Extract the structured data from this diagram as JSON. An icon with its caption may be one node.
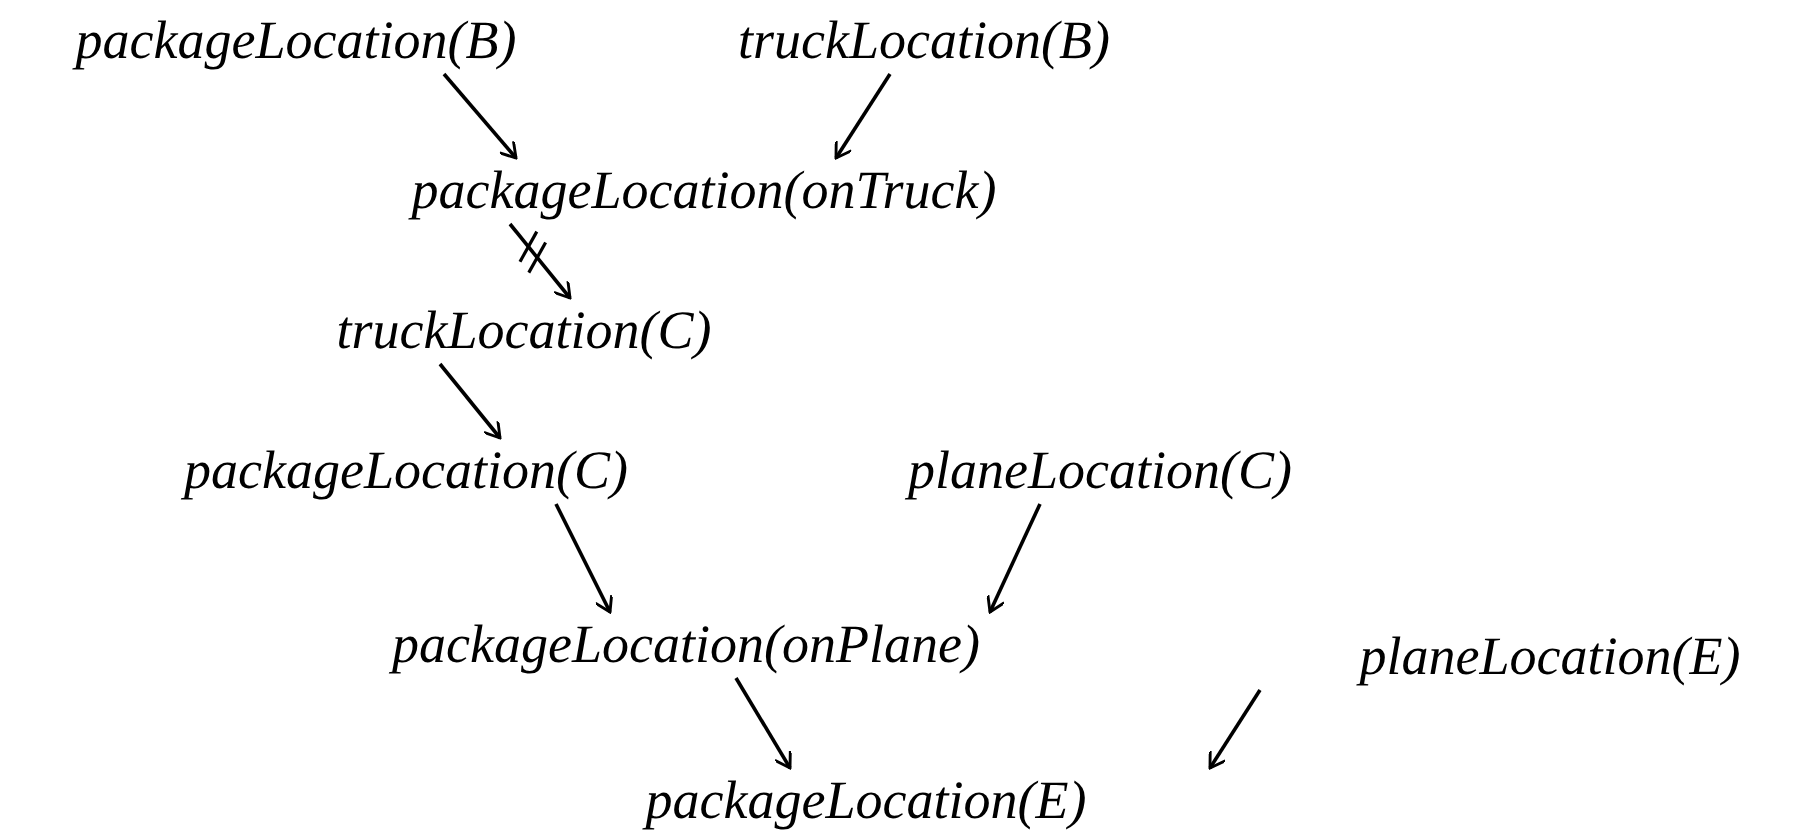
{
  "diagram": {
    "nodes": [
      {
        "text": [
          "packageLocation(B)"
        ]
      },
      {
        "text": [
          "truckLocation(B)"
        ]
      },
      {
        "text": [
          "packageLocation(onTruck)"
        ]
      },
      {
        "text": [
          "truckLocation(C)"
        ]
      },
      {
        "text": [
          "packageLocation(C)"
        ]
      },
      {
        "text": [
          "planeLocation(C)"
        ]
      },
      {
        "text": [
          "packageLocation(onPlane)"
        ]
      },
      {
        "text": [
          "planeLocation(E)"
        ]
      },
      {
        "text": [
          "packageLocation(E)"
        ]
      }
    ],
    "edges": [
      {
        "from": 0,
        "to": 2,
        "arrow": "to"
      },
      {
        "from": 1,
        "to": 2,
        "arrow": "to"
      },
      {
        "from": 2,
        "to": 3,
        "arrow": "to"
      },
      {
        "from": 3,
        "to": 4,
        "arrow": "to"
      },
      {
        "from": 4,
        "to": 6,
        "arrow": "to"
      },
      {
        "from": 5,
        "to": 6,
        "arrow": "to"
      },
      {
        "from": 6,
        "to": 8,
        "arrow": "to"
      },
      {
        "from": 7,
        "to": 8,
        "arrow": "to"
      }
    ]
  }
}
